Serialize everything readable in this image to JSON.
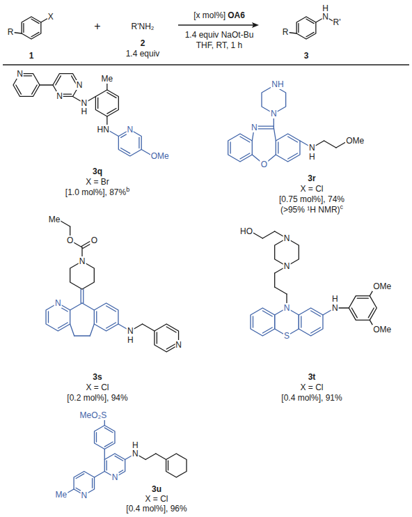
{
  "diagram": {
    "labels": [
      "R",
      "X",
      "1",
      "+",
      "R'NH₂",
      "2",
      "1.4 equiv",
      "[x mol%]",
      "OA6",
      "1.4 equiv NaOt-Bu",
      "THF, RT, 1 h",
      "R",
      "H",
      "N",
      "R'",
      "3",
      "N",
      "N",
      "N",
      "N",
      "H",
      "Me",
      "HN",
      "N",
      "OMe",
      "3q",
      "X = Br",
      "[1.0 mol%], 87%",
      "b",
      "NH",
      "N",
      "N",
      "O",
      "N",
      "H",
      "OMe",
      "3r",
      "X = Cl",
      "[0.75 mol%], 74%",
      "(>95% ¹H NMR)",
      "c",
      "Me",
      "O",
      "O",
      "N",
      "N",
      "N",
      "H",
      "N",
      "3s",
      "X = Cl",
      "[0.2 mol%], 94%",
      "HO",
      "N",
      "N",
      "N",
      "S",
      "H",
      "N",
      "OMe",
      "OMe",
      "3t",
      "X = Cl",
      "[0.4 mol%], 91%",
      "MeO₂S",
      "H",
      "N",
      "N",
      "N",
      "Me",
      "3u",
      "X = Cl",
      "[0.4 mol%], 96%"
    ]
  }
}
